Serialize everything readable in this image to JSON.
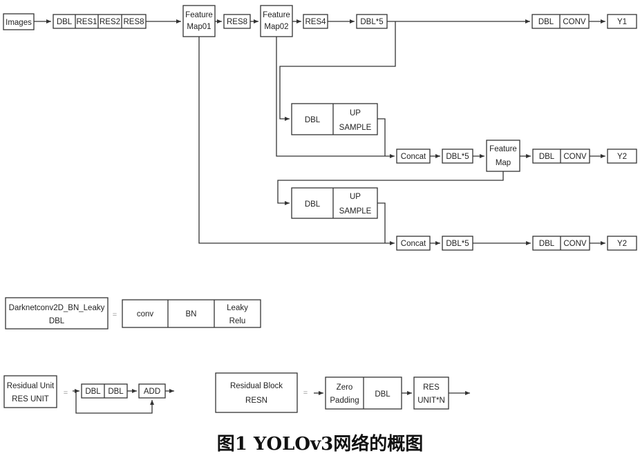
{
  "diagram": {
    "images": "Images",
    "dbl": "DBL",
    "res1": "RES1",
    "res2": "RES2",
    "res8": "RES8",
    "res4": "RES4",
    "feature": "Feature",
    "map01": "Map01",
    "map02": "Map02",
    "map": "Map",
    "dbl5": "DBL*5",
    "conv": "CONV",
    "y1": "Y1",
    "y2": "Y2",
    "up": "UP",
    "sample": "SAMPLE",
    "concat": "Concat"
  },
  "legend": {
    "darknet_title": "Darknetconv2D_BN_Leaky",
    "darknet_short": "DBL",
    "equals": "=",
    "conv_lower": "conv",
    "bn": "BN",
    "leaky": "Leaky",
    "relu": "Relu",
    "residual_unit_title": "Residual Unit",
    "res_unit": "RES UNIT",
    "add": "ADD",
    "residual_block_title": "Residual Block",
    "resn": "RESN",
    "zero": "Zero",
    "padding": "Padding",
    "res": "RES",
    "unit_n": "UNIT*N"
  },
  "caption": "图1  YOLOv3网络的概图",
  "colors": {
    "stroke": "#333333",
    "text": "#222222",
    "background": "#ffffff"
  }
}
